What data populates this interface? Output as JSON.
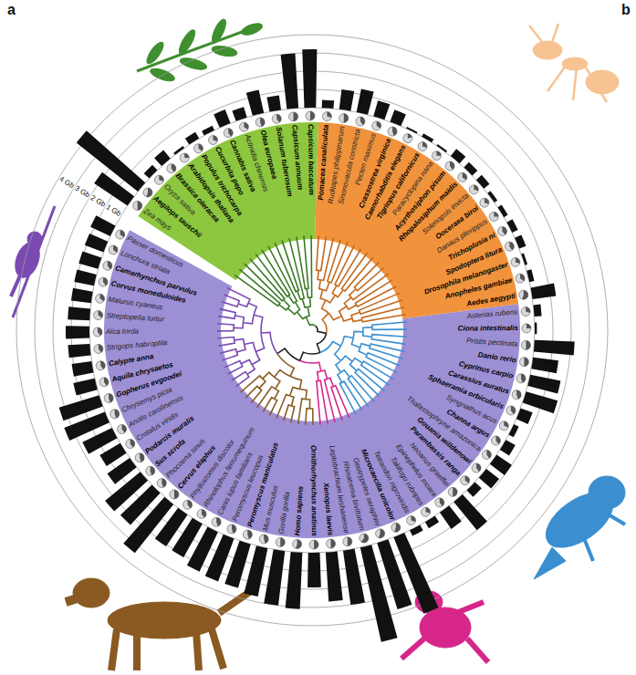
{
  "diagram": {
    "labels": [
      "a",
      "b",
      "1 Gb",
      "2 Gb",
      "3 Gb",
      "4 Gb",
      "Pomacea canaliculata",
      "Ruditapes philippinarum",
      "Sinonovacula constricta",
      "Pecten maximus",
      "Crassostrea virginica",
      "Caenorhabditis elegans",
      "Tigriopus californicus",
      "Paracyclopina nana",
      "Acyrthosiphon pisum",
      "Rhopalosiphum maidis",
      "Solenopsis invicta",
      "Ooceraea biroi",
      "Danaus plexippus",
      "Trichoplusia ni",
      "Spodoptera litura",
      "Drosophila melanogaster",
      "Anopheles gambiae",
      "Aedes aegypti",
      "Asterias rubens",
      "Ciona intestinalis",
      "Pristis pectinata",
      "Danio rerio",
      "Cyprinus carpio",
      "Carassius auratus",
      "Sphaeramia orbicularis",
      "Syngnathus acus",
      "Channa argus",
      "Thalassophryne amazonica",
      "Gouania willdenowi",
      "Parambassis ranga",
      "Neoarius graeffei",
      "Epinephelus moara",
      "Takifugu rubripes",
      "Tetraodon nigroviridis",
      "Microcaecilia unicolor",
      "Geotrypetes seraphini",
      "Rhinatrema bivittatum",
      "Leptobrachium leishanense",
      "Xenopus laevis",
      "Ornithorhynchus anatinus",
      "Homo sapiens",
      "Gorilla gorilla",
      "Mus musculus",
      "Peromyscus maniculatus",
      "Peromyscus leucopus",
      "Canis lupus familiaris",
      "Rhinolophus ferrumequinum",
      "Phyllostomus discolor",
      "Cervus elaphus",
      "Phocoena sinus",
      "Sus scrofa",
      "Podarcis muralis",
      "Crotalus viridis",
      "Anolis carolinensis",
      "Chrysemys picta",
      "Gopherus evgoodei",
      "Aquila chrysaetos",
      "Calypte anna",
      "Strigops habroptila",
      "Alca torda",
      "Streptopelia turtur",
      "Malurus cyaneus",
      "Corvus moneduloides",
      "Camarhynchus parvulus",
      "Lonchura striata",
      "Passer domesticus",
      "Zea mays",
      "Aegilops tauschii",
      "Oryza sativa",
      "Brassica oleracea",
      "Arabidopsis thaliana",
      "Populus trichocarpa",
      "Cucurbita pepo",
      "Cannabis sativa",
      "Actinidia chinensis",
      "Olea europaea",
      "Solanum tuberosum",
      "Capsicum annuum",
      "Capsicum baccatum"
    ]
  }
}
